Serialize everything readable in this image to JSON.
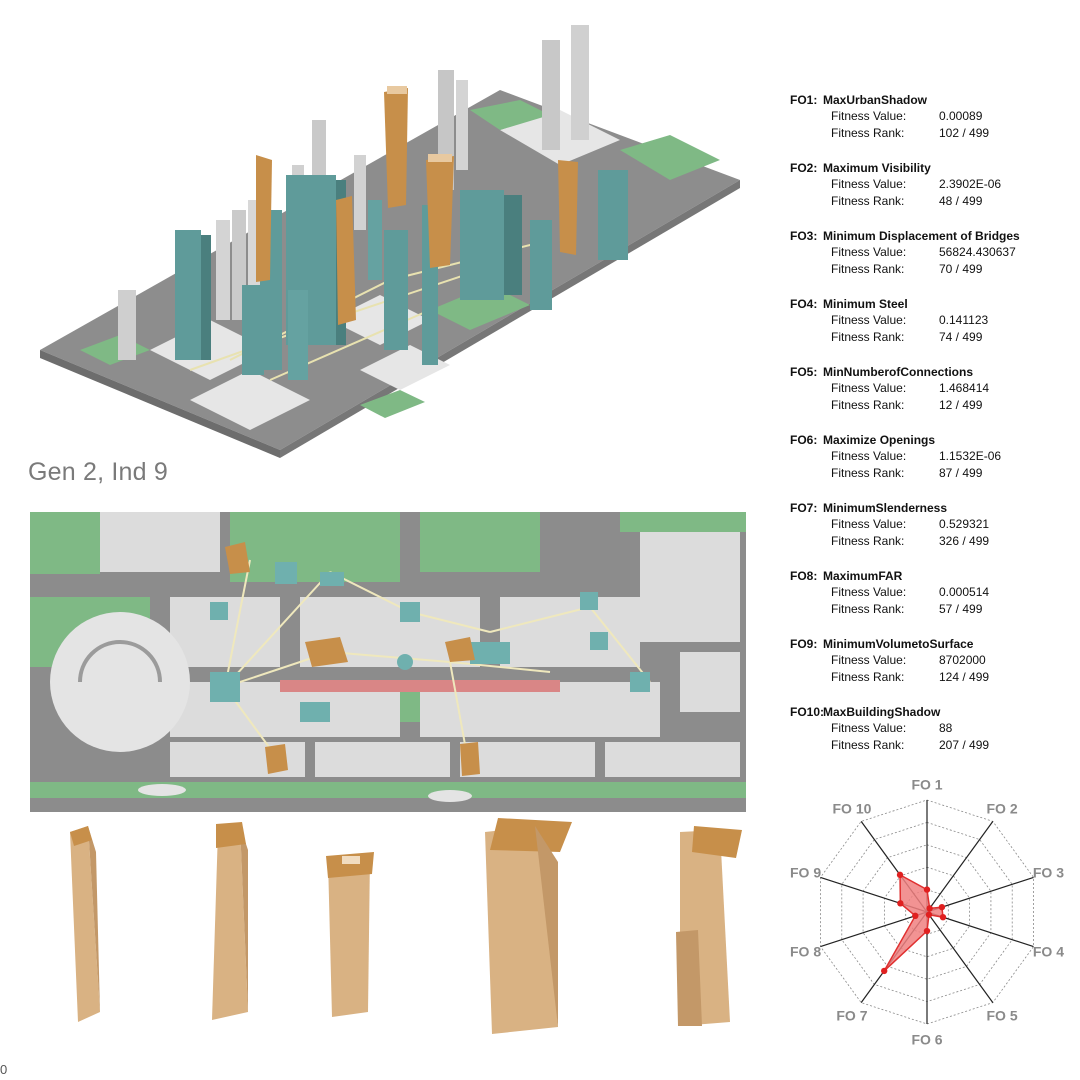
{
  "caption": "Gen 2, Ind 9",
  "corner_mark": "0",
  "labels": {
    "fitness_value": "Fitness Value:",
    "fitness_rank": "Fitness Rank:"
  },
  "colors": {
    "tower_teal": "#5f9b9a",
    "tower_bronze": "#c78f4a",
    "tower_tan": "#d9b283",
    "context_gray": "#cfcfcf",
    "ground": "#8c8c8c",
    "green_space": "#7fb985",
    "radar_fill": "#f08080",
    "radar_line": "#e03030"
  },
  "objectives": [
    {
      "code": "FO1:",
      "name": "MaxUrbanShadow",
      "value": "0.00089",
      "rank": "102 / 499"
    },
    {
      "code": "FO2:",
      "name": "Maximum Visibility",
      "value": "2.3902E-06",
      "rank": "48 / 499"
    },
    {
      "code": "FO3:",
      "name": "Minimum Displacement of Bridges",
      "value": "56824.430637",
      "rank": "70 / 499"
    },
    {
      "code": "FO4:",
      "name": "Minimum Steel",
      "value": "0.141123",
      "rank": "74 / 499"
    },
    {
      "code": "FO5:",
      "name": "MinNumberofConnections",
      "value": "1.468414",
      "rank": "12 / 499"
    },
    {
      "code": "FO6:",
      "name": "Maximize Openings",
      "value": "1.1532E-06",
      "rank": "87 / 499"
    },
    {
      "code": "FO7:",
      "name": "MinimumSlenderness",
      "value": "0.529321",
      "rank": "326 / 499"
    },
    {
      "code": "FO8:",
      "name": "MaximumFAR",
      "value": "0.000514",
      "rank": "57 / 499"
    },
    {
      "code": "FO9:",
      "name": "MinimumVolumetoSurface",
      "value": "8702000",
      "rank": "124 / 499"
    },
    {
      "code": "FO10:",
      "name": "MaxBuildingShadow",
      "value": "88",
      "rank": "207 / 499"
    }
  ],
  "radar": {
    "axes": [
      "FO 1",
      "FO 2",
      "FO 3",
      "FO 4",
      "FO 5",
      "FO 6",
      "FO 7",
      "FO 8",
      "FO 9",
      "FO 10"
    ],
    "rings": 5,
    "values": [
      0.2,
      0.04,
      0.14,
      0.15,
      0.03,
      0.17,
      0.65,
      0.11,
      0.25,
      0.41
    ]
  }
}
